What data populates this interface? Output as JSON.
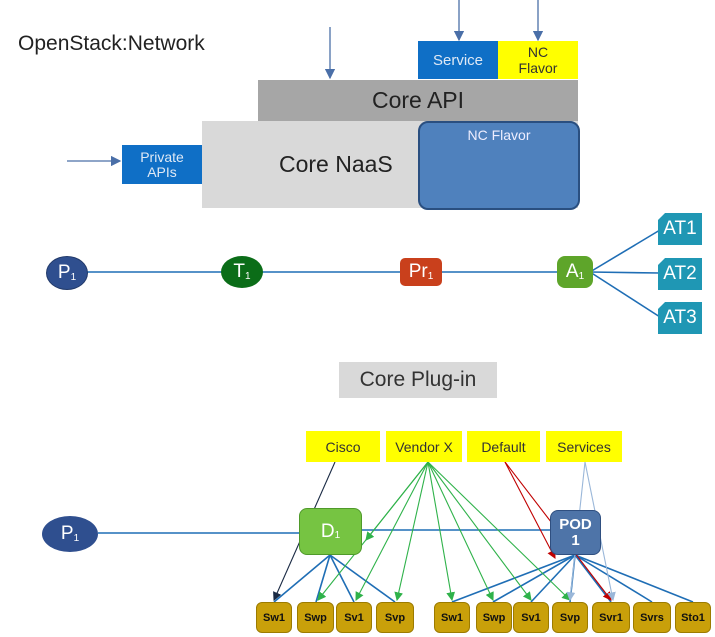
{
  "title": "OpenStack:Network",
  "labels": {
    "service": "Service",
    "nc_flavor_top": "NC Flavor",
    "core_api": "Core API",
    "private_apis": "Private APIs",
    "core_naas": "Core NaaS",
    "nc_flavor_panel": "NC Flavor",
    "core_plugin": "Core Plug-in"
  },
  "chain": {
    "p1": "P",
    "t1": "T",
    "pr1": "Pr",
    "a1": "A",
    "sub": "1",
    "at": [
      "AT1",
      "AT2",
      "AT3"
    ]
  },
  "plugin": {
    "vendors": [
      "Cisco",
      "Vendor X",
      "Default",
      "Services"
    ],
    "p1": "P",
    "d1": "D",
    "sub": "1",
    "pod": "POD 1",
    "switches": [
      "Sw1",
      "Swp",
      "Sv1",
      "Svp",
      "Sw1",
      "Swp",
      "Sv1",
      "Svp",
      "Svr1",
      "Svrs",
      "Sto1"
    ]
  },
  "colors": {
    "blue": "#0f6fc6",
    "yellow": "#ffff00",
    "line_blue": "#1f6eb5",
    "green_arrow": "#2fb24a",
    "red_arrow": "#c00000",
    "light_blue_arrow": "#9ab7d9"
  }
}
